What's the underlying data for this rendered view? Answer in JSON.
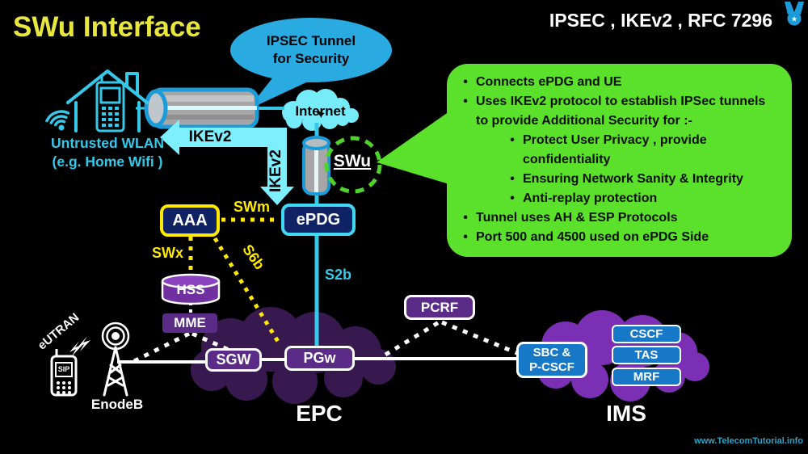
{
  "slide": {
    "title": "SWu Interface",
    "header_right": "IPSEC , IKEv2 , RFC 7296",
    "watermark": "www.TelecomTutorial.info"
  },
  "callouts": {
    "ipsec_bubble_line1": "IPSEC Tunnel",
    "ipsec_bubble_line2": "for Security",
    "info_items": [
      {
        "level": 1,
        "text": "Connects ePDG and UE"
      },
      {
        "level": 1,
        "text": "Uses IKEv2 protocol to establish IPSec tunnels to provide Additional Security for :-"
      },
      {
        "level": 2,
        "text": "Protect User Privacy , provide confidentiality"
      },
      {
        "level": 2,
        "text": "Ensuring Network Sanity & Integrity"
      },
      {
        "level": 2,
        "text": "Anti-replay protection"
      },
      {
        "level": 1,
        "text": "Tunnel uses AH & ESP Protocols"
      },
      {
        "level": 1,
        "text": "Port 500 and 4500 used on ePDG Side"
      }
    ]
  },
  "labels": {
    "untrusted_wlan_line1": "Untrusted WLAN",
    "untrusted_wlan_line2": "(e.g. Home Wifi )",
    "internet": "Internet",
    "ikev2_horizontal": "IKEv2",
    "ikev2_vertical": "IKEv2",
    "swu": "SWu",
    "swm": "SWm",
    "swx": "SWx",
    "s6b": "S6b",
    "s2b": "S2b",
    "eutran": "eUTRAN",
    "enodeb": "EnodeB",
    "sip": "SIP",
    "epc": "EPC",
    "ims": "IMS"
  },
  "nodes": {
    "aaa": "AAA",
    "epdg": "ePDG",
    "hss": "HSS",
    "mme": "MME",
    "sgw": "SGW",
    "pgw": "PGw",
    "pcrf": "PCRF",
    "sbc_line1": "SBC &",
    "sbc_line2": "P-CSCF",
    "cscf": "CSCF",
    "tas": "TAS",
    "mrf": "MRF"
  },
  "colors": {
    "background": "#000000",
    "title_yellow": "#E8E73F",
    "cyan_text": "#35C8E8",
    "tunnel_blue": "#1B9CD8",
    "arrow_cyan": "#7DEFFF",
    "bubble_blue": "#29ABE2",
    "internet_cloud": "#76EBFA",
    "panel_green": "#5BE02C",
    "dash_green": "#4FD32A",
    "interface_yellow": "#FFE900",
    "navy_box": "#0F2364",
    "purple_node": "#5B2C87",
    "hss_purple": "#7030A0",
    "epc_cloud": "#38194F",
    "ims_cloud": "#7B2FB5",
    "ims_box_blue": "#1878C8",
    "watermark_teal": "#2AA4C8"
  }
}
